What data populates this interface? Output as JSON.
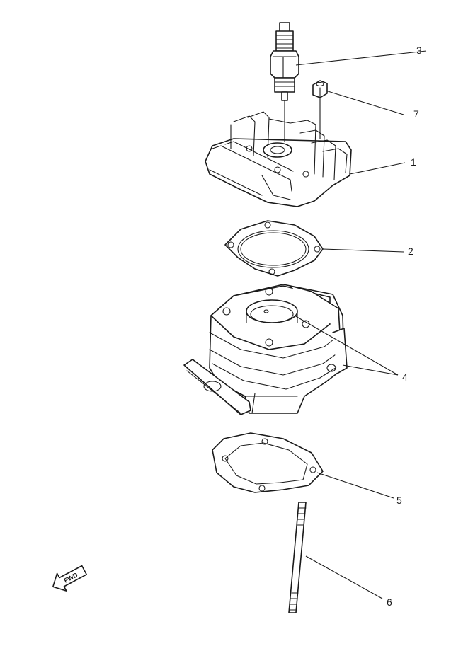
{
  "callouts": [
    {
      "id": "1",
      "label": "1"
    },
    {
      "id": "2",
      "label": "2"
    },
    {
      "id": "3",
      "label": "3"
    },
    {
      "id": "4",
      "label": "4"
    },
    {
      "id": "5",
      "label": "5"
    },
    {
      "id": "6",
      "label": "6"
    },
    {
      "id": "7",
      "label": "7"
    }
  ],
  "fwd_arrow": {
    "label": "FWD"
  },
  "line_color": "#1a1a1a",
  "background": "#ffffff"
}
